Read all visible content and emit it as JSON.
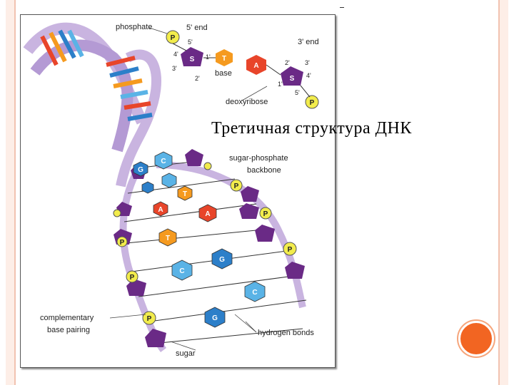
{
  "slide": {
    "title": "Третичная структура ДНК",
    "accent_color": "#f26522",
    "frame_color": "#f2c2b0"
  },
  "diagram": {
    "labels": {
      "phosphate": "phosphate",
      "five_end": "5' end",
      "three_end": "3' end",
      "base": "base",
      "deoxyribose": "deoxyribose",
      "backbone_1": "sugar-phosphate",
      "backbone_2": "backbone",
      "complementary_1": "complementary",
      "complementary_2": "base pairing",
      "hydrogen_bonds": "hydrogen bonds",
      "sugar": "sugar"
    },
    "nucleotide_positions": [
      "5'",
      "4'",
      "3'",
      "1'",
      "2'",
      "2'",
      "3'",
      "4'",
      "1'",
      "5'"
    ],
    "glyphs": {
      "phosphate": "P",
      "sugar": "S",
      "thymine": "T",
      "adenine": "A",
      "guanine": "G",
      "cytosine": "C"
    },
    "colors": {
      "sugar": "#6a2a86",
      "phosphate": "#f2ec4c",
      "adenine": "#e8452a",
      "thymine": "#f59a1f",
      "guanine": "#2c7fc9",
      "cytosine": "#5ab3e6",
      "backbone": "#c9b4e0"
    }
  }
}
